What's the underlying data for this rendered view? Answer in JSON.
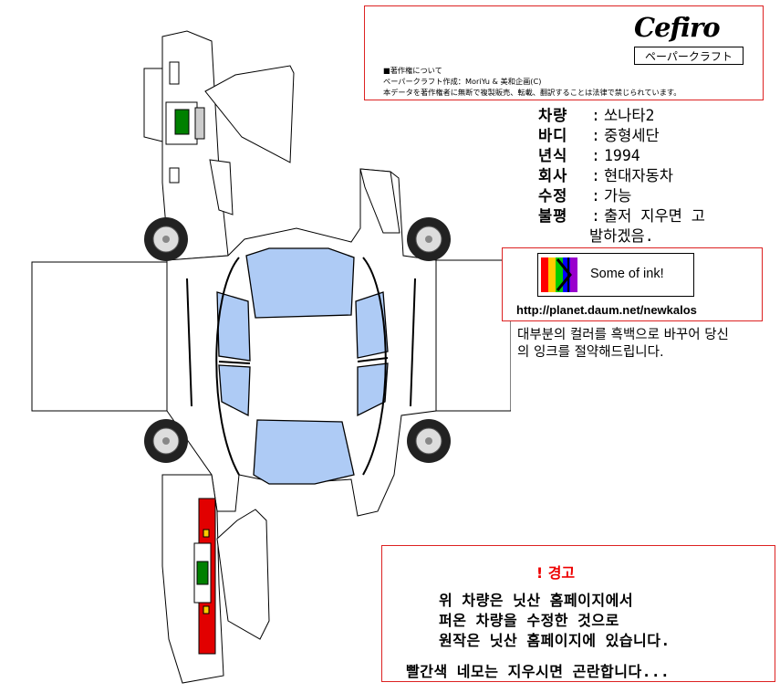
{
  "header": {
    "logo": "Cefiro",
    "subtitle": "ペーパークラフト",
    "copyright_lines": [
      "■著作権について",
      "ペーパークラフト作成：MoriYu & 美和企画(C)",
      "本データを著作権者に無断で複製販売、転載、翻訳することは法律で禁じられています。"
    ]
  },
  "spec": {
    "rows": [
      {
        "key": "차량",
        "sep": ":",
        "value": "쏘나타2"
      },
      {
        "key": "바디",
        "sep": ":",
        "value": "중형세단"
      },
      {
        "key": "년식",
        "sep": ":",
        "value": "1994"
      },
      {
        "key": "회사",
        "sep": ":",
        "value": "현대자동차"
      },
      {
        "key": "수정",
        "sep": ":",
        "value": "가능"
      },
      {
        "key": "불평",
        "sep": ":",
        "value": "출저 지우면 고"
      }
    ],
    "continuation": "발하겠음."
  },
  "ink": {
    "label": "Some of ink!",
    "url": "http://planet.daum.net/newkalos",
    "colors": [
      "#ff0000",
      "#ffcc00",
      "#00cc00",
      "#0000ff",
      "#9900cc"
    ]
  },
  "note": "대부분의 컬러를 흑백으로 바꾸어 당신의 잉크를 절약해드립니다.",
  "warning": {
    "title": "! 경고",
    "lines": [
      "위 차량은 닛산 홈페이지에서",
      "퍼온 차량을 수정한 것으로",
      "원작은 닛산 홈페이지에 있습니다.",
      "빨간색 네모는 지우시면 곤란합니다..."
    ]
  },
  "colors": {
    "window": "#aecbf5",
    "accent_red": "#e20000",
    "badge_green": "#008000",
    "box_border": "#dd2222"
  }
}
